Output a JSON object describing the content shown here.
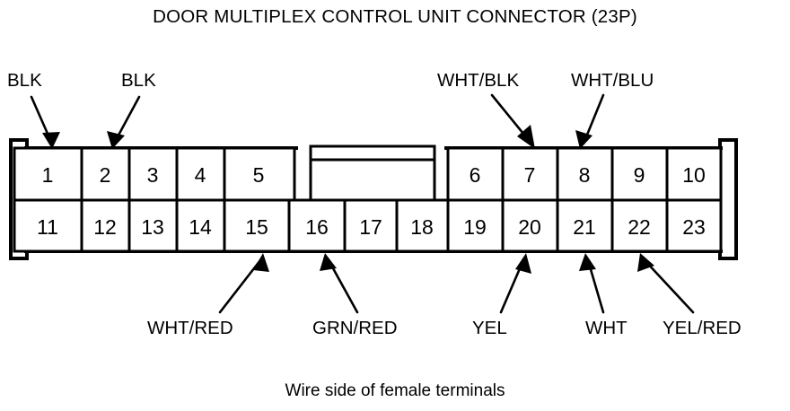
{
  "title": "DOOR MULTIPLEX CONTROL UNIT CONNECTOR (23P)",
  "caption": "Wire side of female terminals",
  "connector": {
    "name": "Door Multiplex Control Unit Connector",
    "pin_count_label": "23P",
    "pin_count": 23,
    "stroke_color": "#000000",
    "fill_color": "#ffffff",
    "background_color": "#ffffff"
  },
  "top_row": {
    "left_group": [
      "1",
      "2",
      "3",
      "4",
      "5"
    ],
    "keyway": "",
    "right_group": [
      "6",
      "7",
      "8",
      "9",
      "10"
    ]
  },
  "bottom_row": {
    "cells": [
      "11",
      "12",
      "13",
      "14",
      "15",
      "16",
      "17",
      "18",
      "19",
      "20",
      "21",
      "22",
      "23"
    ]
  },
  "labels_top": [
    {
      "text": "BLK",
      "pin": "1"
    },
    {
      "text": "BLK",
      "pin": "2"
    },
    {
      "text": "WHT/BLK",
      "pin": "7"
    },
    {
      "text": "WHT/BLU",
      "pin": "8"
    }
  ],
  "labels_bottom": [
    {
      "text": "WHT/RED",
      "pin": "15"
    },
    {
      "text": "GRN/RED",
      "pin": "16"
    },
    {
      "text": "YEL",
      "pin": "20"
    },
    {
      "text": "WHT",
      "pin": "21"
    },
    {
      "text": "YEL/RED",
      "pin": "22"
    }
  ]
}
